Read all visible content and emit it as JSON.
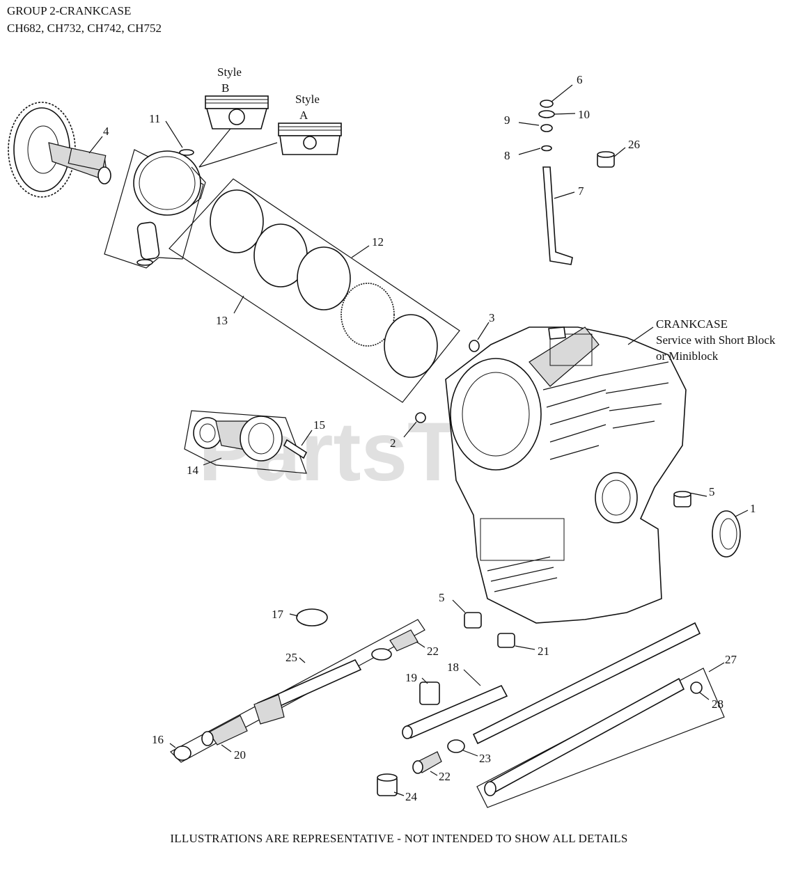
{
  "header": {
    "group_title": "GROUP 2-CRANKCASE",
    "models": "CH682, CH732, CH742, CH752"
  },
  "style_labels": {
    "style_b_word": "Style",
    "style_b_letter": "B",
    "style_a_word": "Style",
    "style_a_letter": "A"
  },
  "crankcase_note": {
    "line1": "CRANKCASE",
    "line2": "Service with Short Block",
    "line3": " or Miniblock"
  },
  "callouts": [
    "1",
    "2",
    "3",
    "4",
    "5",
    "5",
    "6",
    "7",
    "8",
    "9",
    "10",
    "11",
    "12",
    "13",
    "14",
    "15",
    "16",
    "17",
    "18",
    "19",
    "20",
    "21",
    "22",
    "22",
    "23",
    "24",
    "25",
    "26",
    "27",
    "28"
  ],
  "watermark": "PartsTree",
  "footer": "ILLUSTRATIONS ARE REPRESENTATIVE - NOT INTENDED TO SHOW ALL DETAILS"
}
